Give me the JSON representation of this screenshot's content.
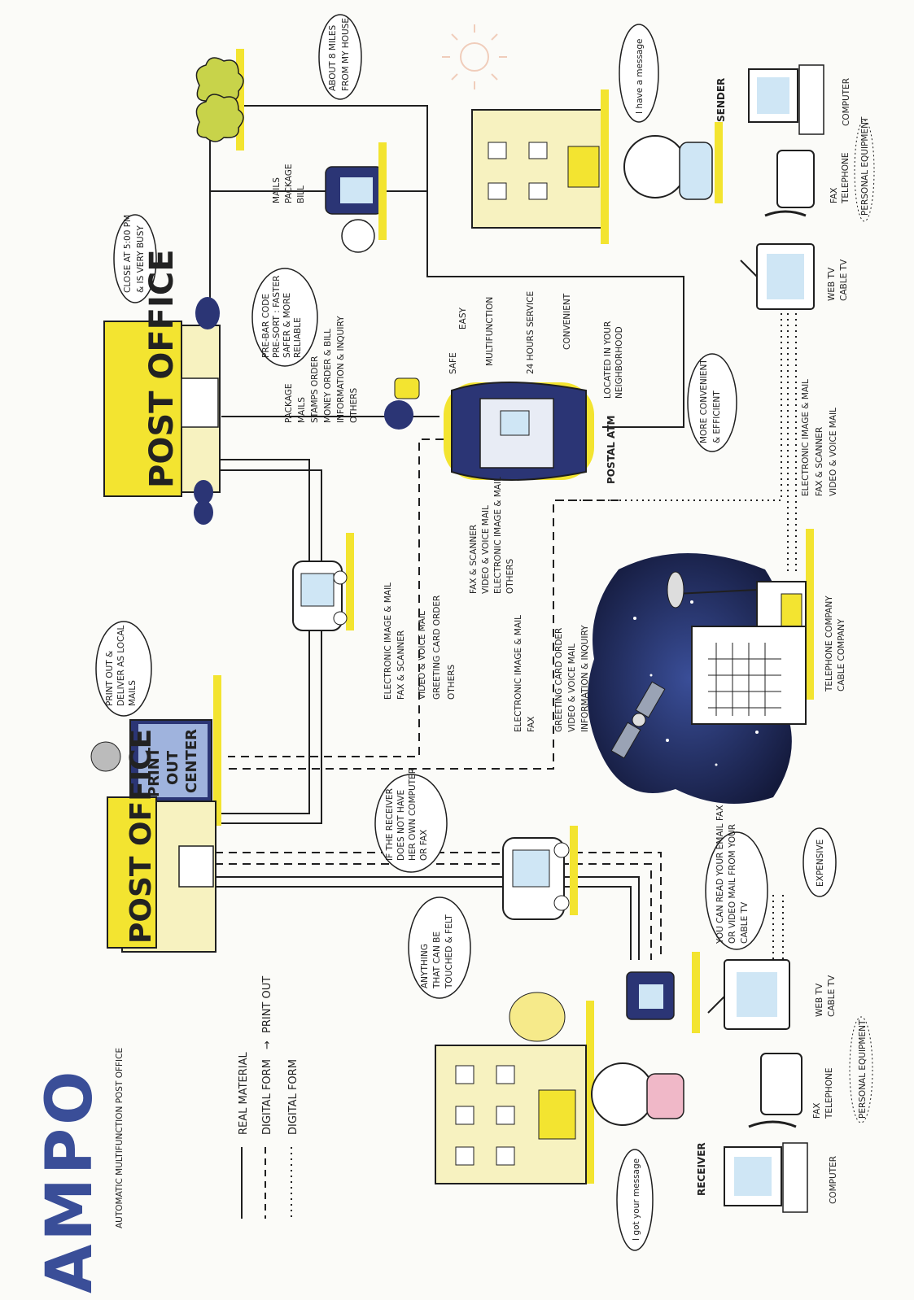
{
  "colors": {
    "highlight": "#f3e430",
    "navy": "#2b3575",
    "ink": "#1f1f1f",
    "sky": "#1b2450",
    "screen": "#cfe6f5",
    "accent_pink": "#f0b8c8"
  },
  "header": {
    "title": "AMPO",
    "subtitle": "AUTOMATIC MULTIFUNCTION POST OFFICE"
  },
  "legend": {
    "real": "REAL MATERIAL",
    "digital_print": "DIGITAL FORM",
    "print_out": "PRINT OUT",
    "digital": "DIGITAL FORM"
  },
  "buildings": {
    "post_office_top": "POST OFFICE",
    "post_office_bottom": "POST OFFICE",
    "print_out_center": [
      "PRINT",
      "OUT",
      "CENTER"
    ],
    "postal_atm": "POSTAL ATM",
    "telco": [
      "TELEPHONE COMPANY",
      "CABLE COMPANY"
    ]
  },
  "actors": {
    "sender": "SENDER",
    "receiver": "RECEIVER"
  },
  "bubbles": {
    "about_8_miles": [
      "ABOUT 8 MILES",
      "FROM MY HOUSE"
    ],
    "have_message": "I have a message",
    "close_at_5": [
      "CLOSE AT 5:00 PM",
      "& IS VERY BUSY"
    ],
    "more_convenient": [
      "MORE CONVENIENT",
      "& EFFICIENT"
    ],
    "print_deliver": [
      "PRINT OUT &",
      "DELIVER AS LOCAL",
      "MAILS"
    ],
    "if_receiver": [
      "IF THE RECEIVER",
      "DOES NOT HAVE",
      "HER OWN COMPUTER",
      "OR FAX"
    ],
    "anything": [
      "ANYTHING",
      "THAT CAN BE",
      "TOUCHED & FELT"
    ],
    "read_email": [
      "YOU CAN READ YOUR EMAIL FAX",
      "OR VIDEO MAIL FROM YOUR",
      "CABLE TV"
    ],
    "expensive": "EXPENSIVE",
    "got_message": "I got your message"
  },
  "lists": {
    "mailbox": [
      "MAILS",
      "PACKAGE",
      "BILL"
    ],
    "post_office_services": [
      "PACKAGE",
      "MAILS",
      "STAMPS ORDER",
      "MONEY ORDER & BILL",
      "INFORMATION & INQUIRY",
      "OTHERS"
    ],
    "presort": [
      "PRE-BAR CODE",
      "PRE-SORT : FASTER",
      "SAFER & MORE",
      "RELIABLE"
    ],
    "atm_features": [
      "SAFE",
      "EASY",
      "MULTIFUNCTION",
      "24 HOURS SERVICE",
      "CONVENIENT"
    ],
    "atm_location": [
      "LOCATED IN YOUR",
      "NEIGHBORHOOD"
    ],
    "webtv_services": [
      "ELECTRONIC IMAGE & MAIL",
      "FAX & SCANNER",
      "VIDEO & VOICE MAIL"
    ],
    "atm_to_print": [
      "FAX & SCANNER",
      "VIDEO & VOICE MAIL",
      "ELECTRONIC IMAGE & MAIL",
      "OTHERS"
    ],
    "print_services_a": [
      "ELECTRONIC IMAGE & MAIL",
      "FAX & SCANNER",
      "VIDEO & VOICE MAIL",
      "GREETING CARD ORDER",
      "OTHERS"
    ],
    "print_services_b": [
      "ELECTRONIC IMAGE & MAIL",
      "FAX",
      "GREETING CARD ORDER",
      "VIDEO & VOICE MAIL",
      "INFORMATION & INQUIRY"
    ]
  },
  "equipment": {
    "computer": "COMPUTER",
    "fax": "FAX",
    "telephone": "TELEPHONE",
    "personal": "PERSONAL EQUIPMENT",
    "web_tv": "WEB TV",
    "cable_tv": "CABLE TV"
  }
}
